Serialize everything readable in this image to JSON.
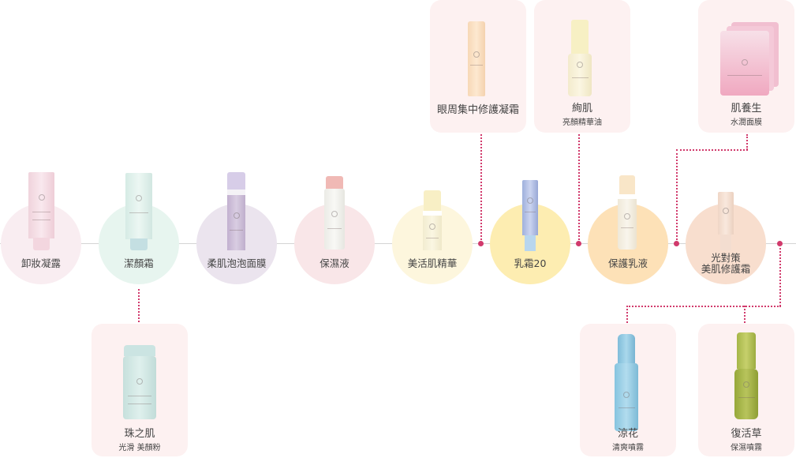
{
  "timeline": [
    {
      "name": "卸妝凝露",
      "color": "#f9edf1"
    },
    {
      "name": "潔顏霜",
      "color": "#e7f5ef"
    },
    {
      "name": "柔肌泡泡面膜",
      "color": "#ebe4ee"
    },
    {
      "name": "保濕液",
      "color": "#f9e6e8"
    },
    {
      "name": "美活肌精華",
      "color": "#fdf6dd"
    },
    {
      "name": "乳霜20",
      "color": "#fdedb1"
    },
    {
      "name": "保護乳液",
      "color": "#fde1b7"
    },
    {
      "name": "光對策",
      "name2": "美肌修護霜",
      "color": "#f8dece"
    }
  ],
  "boxes": {
    "eye_cream": {
      "title": "眼周集中修護凝霜"
    },
    "oil": {
      "title": "絢肌",
      "subtitle": "亮顏精華油"
    },
    "mask": {
      "title": "肌養生",
      "subtitle": "水潤面膜"
    },
    "powder": {
      "title": "珠之肌",
      "subtitle": "光滑 美顏粉"
    },
    "mist_cool": {
      "title": "涼花",
      "subtitle": "清爽噴霧"
    },
    "mist_moist": {
      "title": "復活草",
      "subtitle": "保濕噴霧"
    }
  },
  "colors": {
    "accent": "#d13a6c",
    "box_bg": "#fdf1f1",
    "line": "#d4d4d4"
  }
}
